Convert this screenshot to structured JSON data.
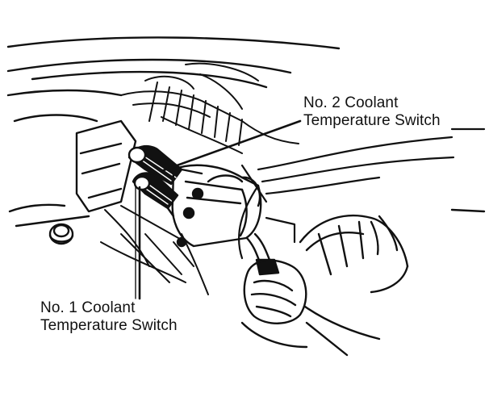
{
  "labels": {
    "switch_2": {
      "line1": "No. 2 Coolant",
      "line2": "Temperature Switch"
    },
    "switch_1": {
      "line1": "No. 1 Coolant",
      "line2": "Temperature Switch"
    }
  },
  "colors": {
    "ink": "#111111",
    "background": "#ffffff"
  }
}
